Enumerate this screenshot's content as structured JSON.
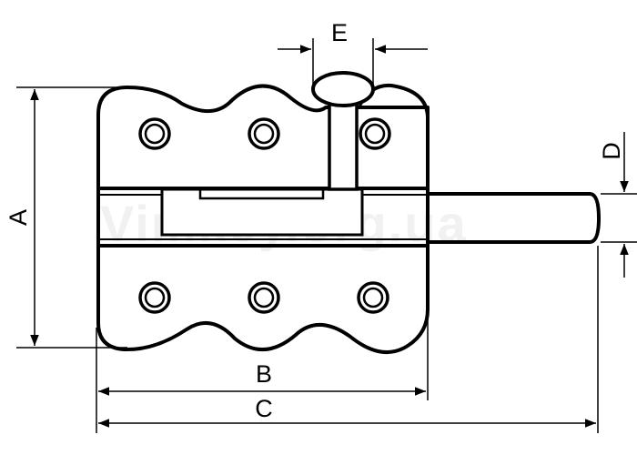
{
  "dimensions": {
    "a": "A",
    "b": "B",
    "c": "C",
    "d": "D",
    "e": "E"
  },
  "watermark": "Vimkey.org.ua",
  "colors": {
    "line": "#000000",
    "background": "#ffffff"
  }
}
